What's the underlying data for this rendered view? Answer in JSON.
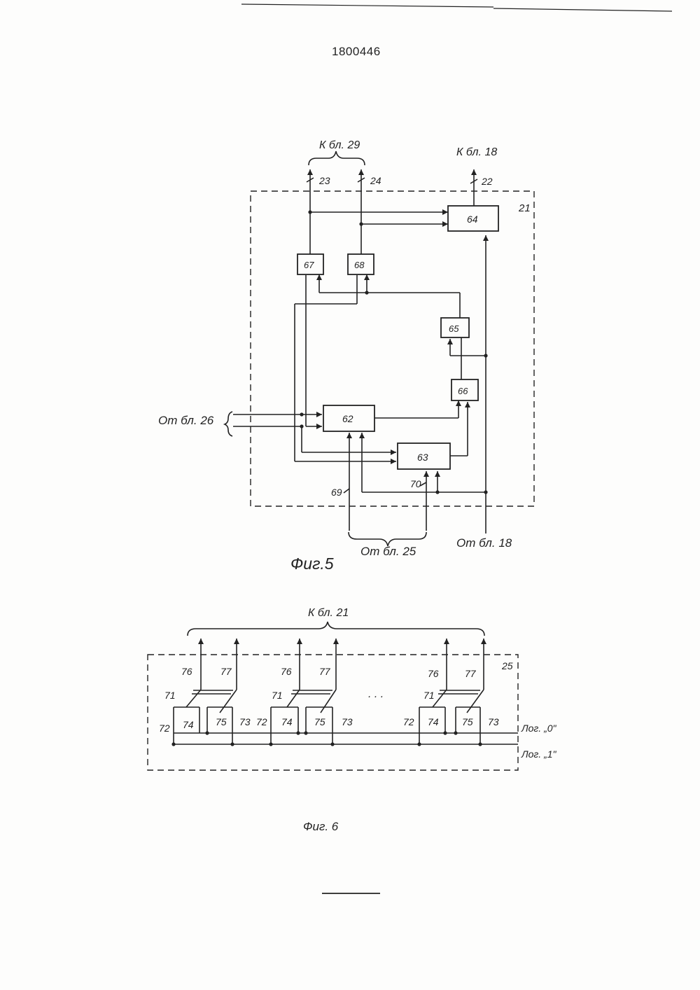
{
  "patent_number": "1800446",
  "fig5": {
    "caption": "Фиг.5",
    "frame_label": "21",
    "blocks": {
      "b62": "62",
      "b63": "63",
      "b64": "64",
      "b65": "65",
      "b66": "66",
      "b67": "67",
      "b68": "68"
    },
    "to_block_29": "К бл. 29",
    "to_block_18": "К бл. 18",
    "line_23": "23",
    "line_24": "24",
    "line_22": "22",
    "from_block_26": "От бл. 26",
    "from_block_25": "От бл. 25",
    "from_block_18": "От бл. 18",
    "line_69": "69",
    "line_70": "70"
  },
  "fig6": {
    "caption": "Фиг. 6",
    "frame_label": "25",
    "to_block_21": "К бл. 21",
    "ellipsis": ". . .",
    "log0": "Лог. „0\"",
    "log1": "Лог. „1\"",
    "cells": [
      {
        "l76": "76",
        "l77": "77",
        "l71": "71",
        "l72": "72",
        "l74": "74",
        "l75": "75",
        "l73": "73"
      },
      {
        "l76": "76",
        "l77": "77",
        "l71": "71",
        "l72": "72",
        "l74": "74",
        "l75": "75",
        "l73": "73"
      },
      {
        "l76": "76",
        "l77": "77",
        "l71": "71",
        "l72": "72",
        "l74": "74",
        "l75": "75",
        "l73": "73"
      }
    ]
  }
}
